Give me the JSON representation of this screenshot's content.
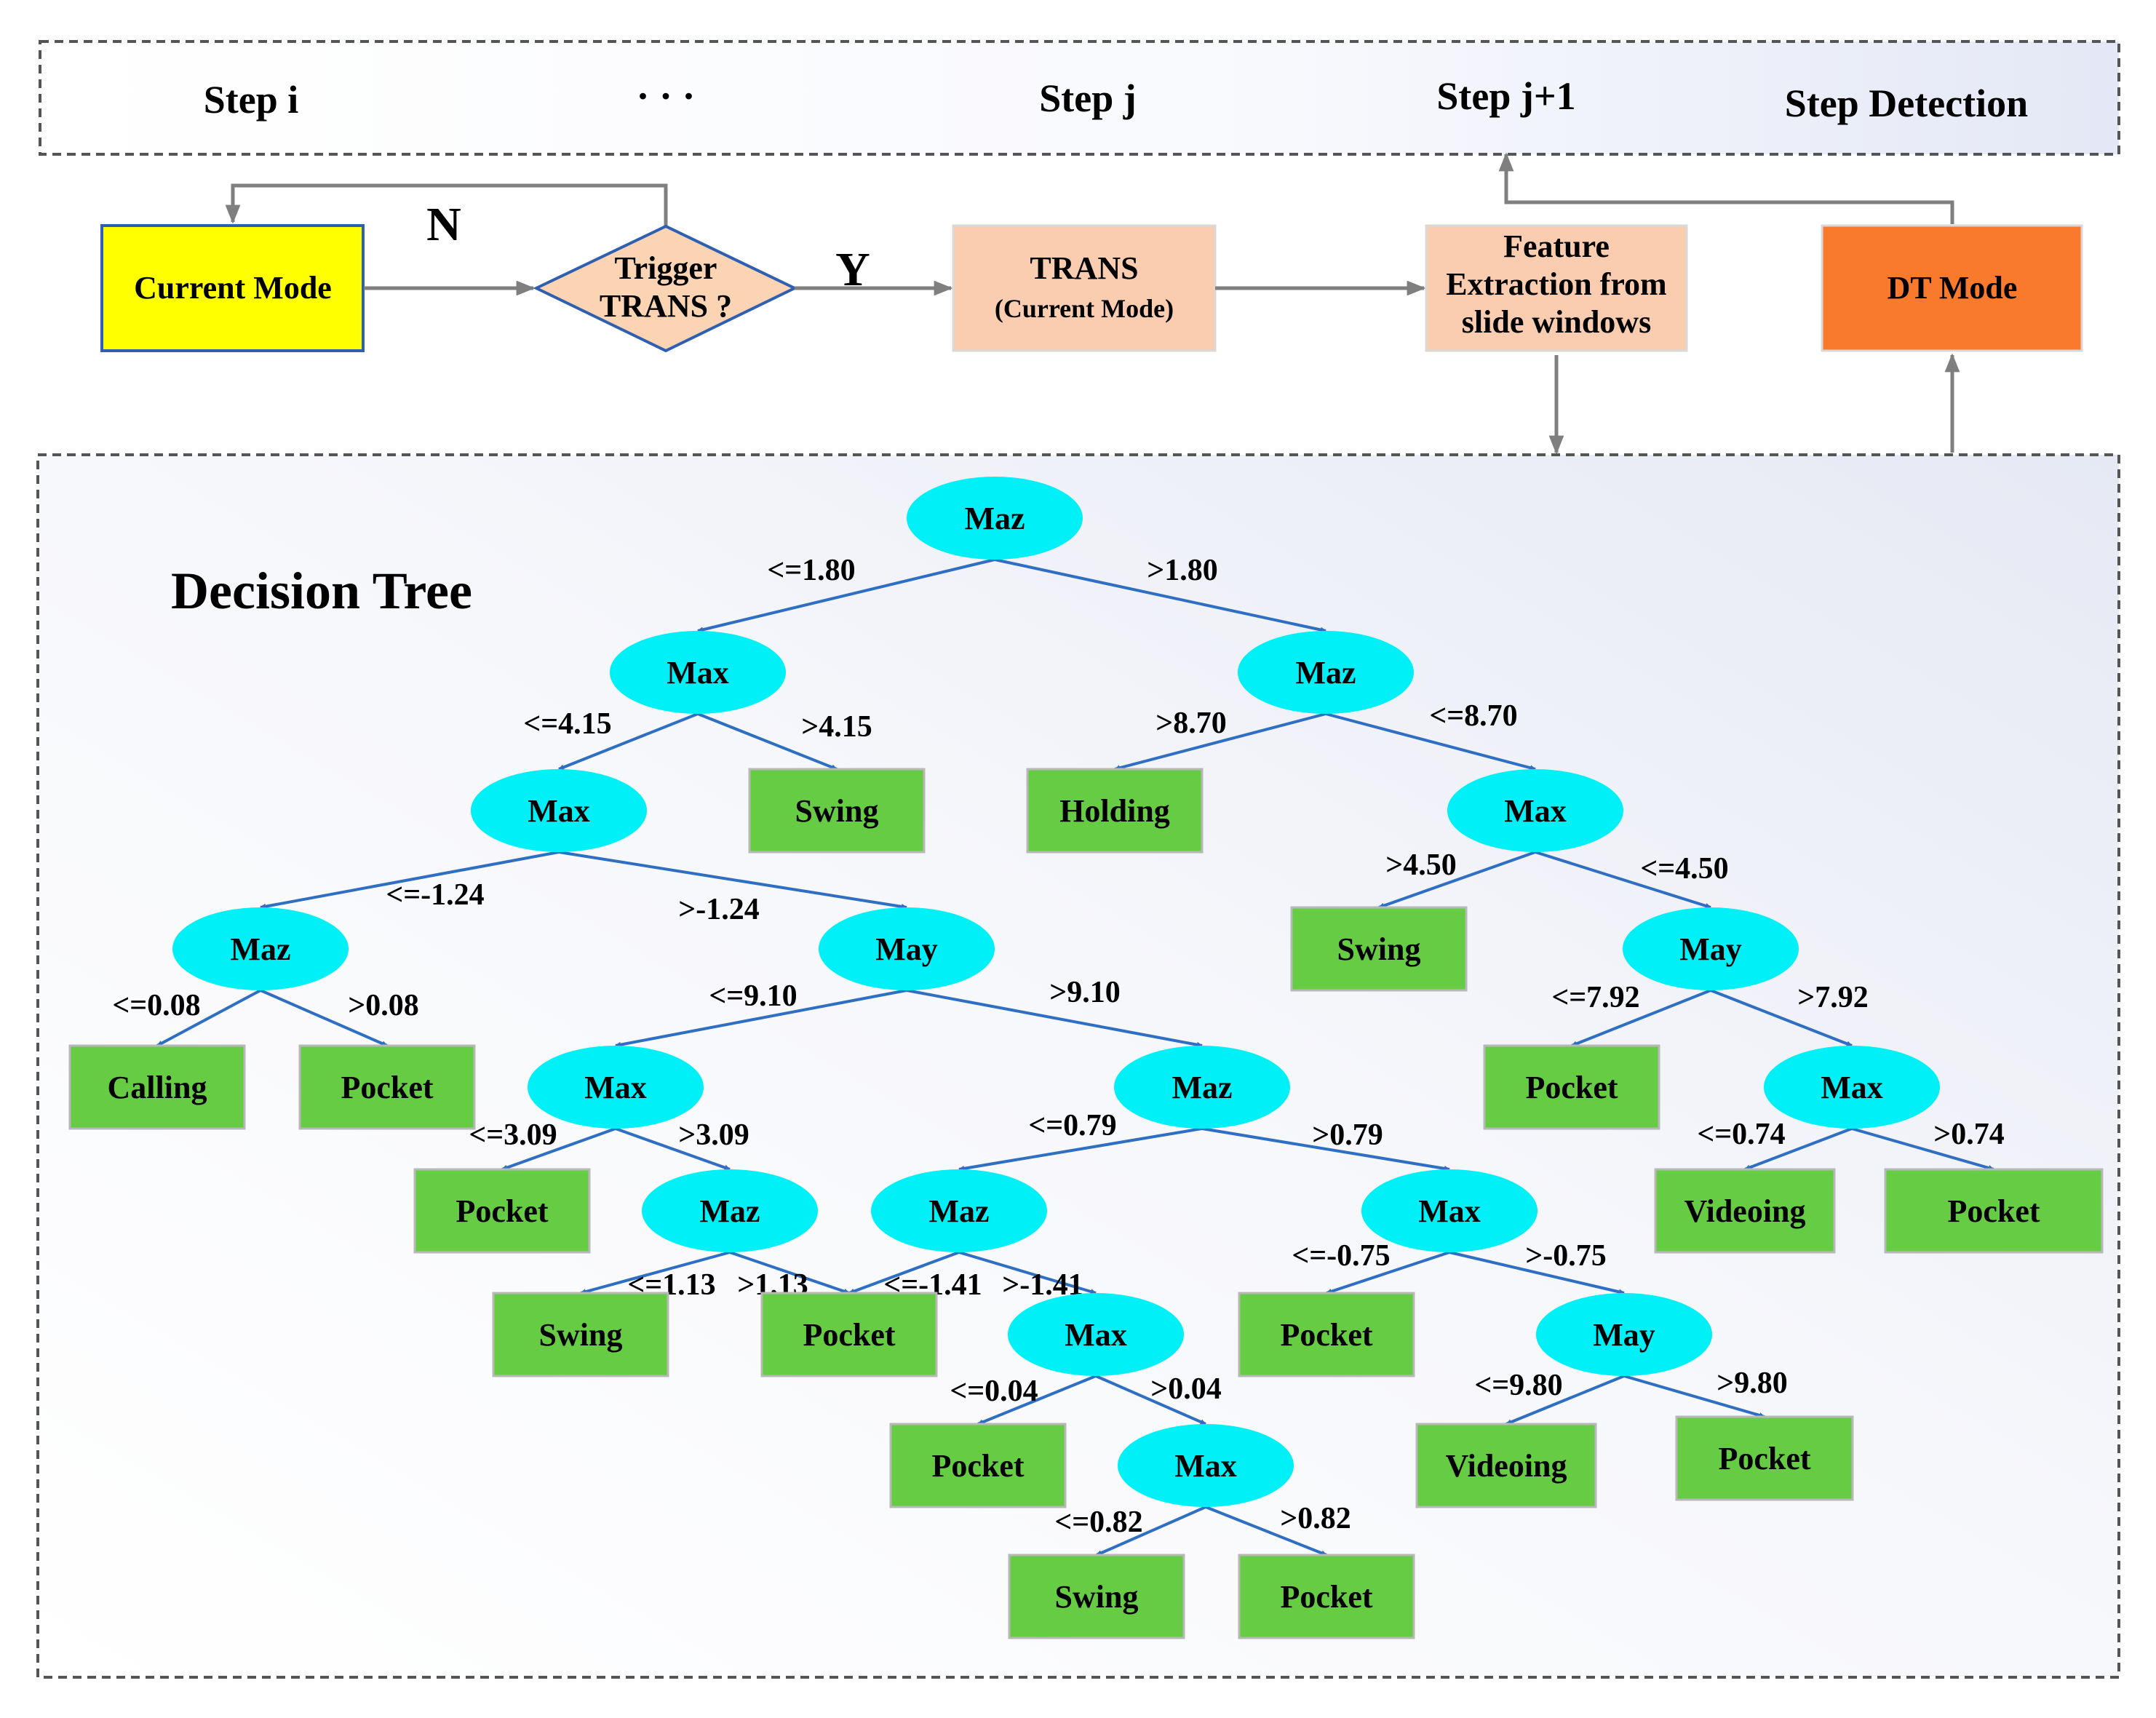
{
  "step_banner": {
    "step_i": "Step i",
    "ellipsis": "·   ·   ·",
    "step_j": "Step j",
    "step_j1": "Step j+1",
    "step_detection": "Step Detection"
  },
  "flow": {
    "current_mode": "Current Mode",
    "trigger_line1": "Trigger",
    "trigger_line2": "TRANS ?",
    "no_label": "N",
    "yes_label": "Y",
    "trans_line1": "TRANS",
    "trans_line2": "(Current Mode)",
    "feature_line1": "Feature",
    "feature_line2": "Extraction from",
    "feature_line3": "slide windows",
    "dt_mode": "DT Mode"
  },
  "tree": {
    "title": "Decision Tree",
    "nodes": [
      {
        "id": "n0",
        "label": "Maz",
        "kind": "split"
      },
      {
        "id": "n1",
        "label": "Max",
        "kind": "split"
      },
      {
        "id": "n2",
        "label": "Maz",
        "kind": "split"
      },
      {
        "id": "n3",
        "label": "Max",
        "kind": "split"
      },
      {
        "id": "n4",
        "label": "Swing",
        "kind": "leaf"
      },
      {
        "id": "n5",
        "label": "Holding",
        "kind": "leaf"
      },
      {
        "id": "n6",
        "label": "Max",
        "kind": "split"
      },
      {
        "id": "n7",
        "label": "Maz",
        "kind": "split"
      },
      {
        "id": "n8",
        "label": "May",
        "kind": "split"
      },
      {
        "id": "n9",
        "label": "Swing",
        "kind": "leaf"
      },
      {
        "id": "n10",
        "label": "May",
        "kind": "split"
      },
      {
        "id": "n11",
        "label": "Calling",
        "kind": "leaf"
      },
      {
        "id": "n12",
        "label": "Pocket",
        "kind": "leaf"
      },
      {
        "id": "n13",
        "label": "Max",
        "kind": "split"
      },
      {
        "id": "n14",
        "label": "Maz",
        "kind": "split"
      },
      {
        "id": "n15",
        "label": "Pocket",
        "kind": "leaf"
      },
      {
        "id": "n16",
        "label": "Max",
        "kind": "split"
      },
      {
        "id": "n17",
        "label": "Pocket",
        "kind": "leaf"
      },
      {
        "id": "n18",
        "label": "Maz",
        "kind": "split"
      },
      {
        "id": "n19",
        "label": "Maz",
        "kind": "split"
      },
      {
        "id": "n20",
        "label": "Max",
        "kind": "split"
      },
      {
        "id": "n21",
        "label": "Videoing",
        "kind": "leaf"
      },
      {
        "id": "n22",
        "label": "Pocket",
        "kind": "leaf"
      },
      {
        "id": "n23",
        "label": "Swing",
        "kind": "leaf"
      },
      {
        "id": "n24",
        "label": "Pocket",
        "kind": "leaf"
      },
      {
        "id": "n25",
        "label": "Max",
        "kind": "split"
      },
      {
        "id": "n26",
        "label": "Pocket",
        "kind": "leaf"
      },
      {
        "id": "n27",
        "label": "May",
        "kind": "split"
      },
      {
        "id": "n28",
        "label": "Pocket",
        "kind": "leaf"
      },
      {
        "id": "n29",
        "label": "Max",
        "kind": "split"
      },
      {
        "id": "n30",
        "label": "Videoing",
        "kind": "leaf"
      },
      {
        "id": "n31",
        "label": "Pocket",
        "kind": "leaf"
      },
      {
        "id": "n32",
        "label": "Swing",
        "kind": "leaf"
      },
      {
        "id": "n33",
        "label": "Pocket",
        "kind": "leaf"
      }
    ],
    "edges": [
      {
        "from": "n0",
        "to": "n1",
        "label": "<=1.80"
      },
      {
        "from": "n0",
        "to": "n2",
        "label": ">1.80"
      },
      {
        "from": "n1",
        "to": "n3",
        "label": "<=4.15"
      },
      {
        "from": "n1",
        "to": "n4",
        "label": ">4.15"
      },
      {
        "from": "n2",
        "to": "n5",
        "label": ">8.70"
      },
      {
        "from": "n2",
        "to": "n6",
        "label": "<=8.70"
      },
      {
        "from": "n3",
        "to": "n7",
        "label": "<=-1.24"
      },
      {
        "from": "n3",
        "to": "n8",
        "label": ">-1.24"
      },
      {
        "from": "n6",
        "to": "n9",
        "label": ">4.50"
      },
      {
        "from": "n6",
        "to": "n10",
        "label": "<=4.50"
      },
      {
        "from": "n7",
        "to": "n11",
        "label": "<=0.08"
      },
      {
        "from": "n7",
        "to": "n12",
        "label": ">0.08"
      },
      {
        "from": "n8",
        "to": "n13",
        "label": "<=9.10"
      },
      {
        "from": "n8",
        "to": "n14",
        "label": ">9.10"
      },
      {
        "from": "n10",
        "to": "n15",
        "label": "<=7.92"
      },
      {
        "from": "n10",
        "to": "n16",
        "label": ">7.92"
      },
      {
        "from": "n13",
        "to": "n17",
        "label": "<=3.09"
      },
      {
        "from": "n13",
        "to": "n18",
        "label": ">3.09"
      },
      {
        "from": "n14",
        "to": "n19",
        "label": "<=0.79"
      },
      {
        "from": "n14",
        "to": "n20",
        "label": ">0.79"
      },
      {
        "from": "n16",
        "to": "n21",
        "label": "<=0.74"
      },
      {
        "from": "n16",
        "to": "n22",
        "label": ">0.74"
      },
      {
        "from": "n18",
        "to": "n23",
        "label": "<=1.13"
      },
      {
        "from": "n18",
        "to": "n24",
        "label": ">1.13"
      },
      {
        "from": "n19",
        "to": "n24",
        "label": "<=-1.41"
      },
      {
        "from": "n19",
        "to": "n25",
        "label": ">-1.41"
      },
      {
        "from": "n20",
        "to": "n26",
        "label": "<=-0.75"
      },
      {
        "from": "n20",
        "to": "n27",
        "label": ">-0.75"
      },
      {
        "from": "n25",
        "to": "n28",
        "label": "<=0.04"
      },
      {
        "from": "n25",
        "to": "n29",
        "label": ">0.04"
      },
      {
        "from": "n27",
        "to": "n30",
        "label": "<=9.80"
      },
      {
        "from": "n27",
        "to": "n31",
        "label": ">9.80"
      },
      {
        "from": "n29",
        "to": "n32",
        "label": "<=0.82"
      },
      {
        "from": "n29",
        "to": "n33",
        "label": ">0.82"
      }
    ]
  },
  "colors": {
    "split_fill": "#00f0f8",
    "leaf_fill": "#66cc44",
    "leaf_stroke": "#b8b8b8",
    "edge": "#2e6fc4",
    "current_mode_fill": "#ffff00",
    "trigger_fill": "#fbd4b4",
    "trigger_stroke": "#2e5fb0",
    "trans_fill": "#fbcdb0",
    "dt_fill": "#f97a2c",
    "arrow_gray": "#7f7f7f"
  }
}
